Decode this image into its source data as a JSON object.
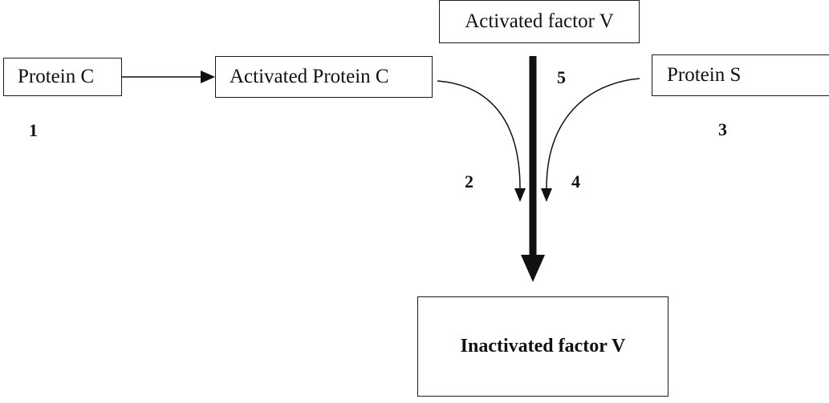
{
  "nodes": {
    "protein_c": "Protein C",
    "activated_protein_c": "Activated Protein C",
    "activated_factor_v": "Activated factor V",
    "protein_s": "Protein S",
    "inactivated_factor_v": "Inactivated factor V"
  },
  "step_numbers": {
    "n1": "1",
    "n2": "2",
    "n3": "3",
    "n4": "4",
    "n5": "5"
  }
}
